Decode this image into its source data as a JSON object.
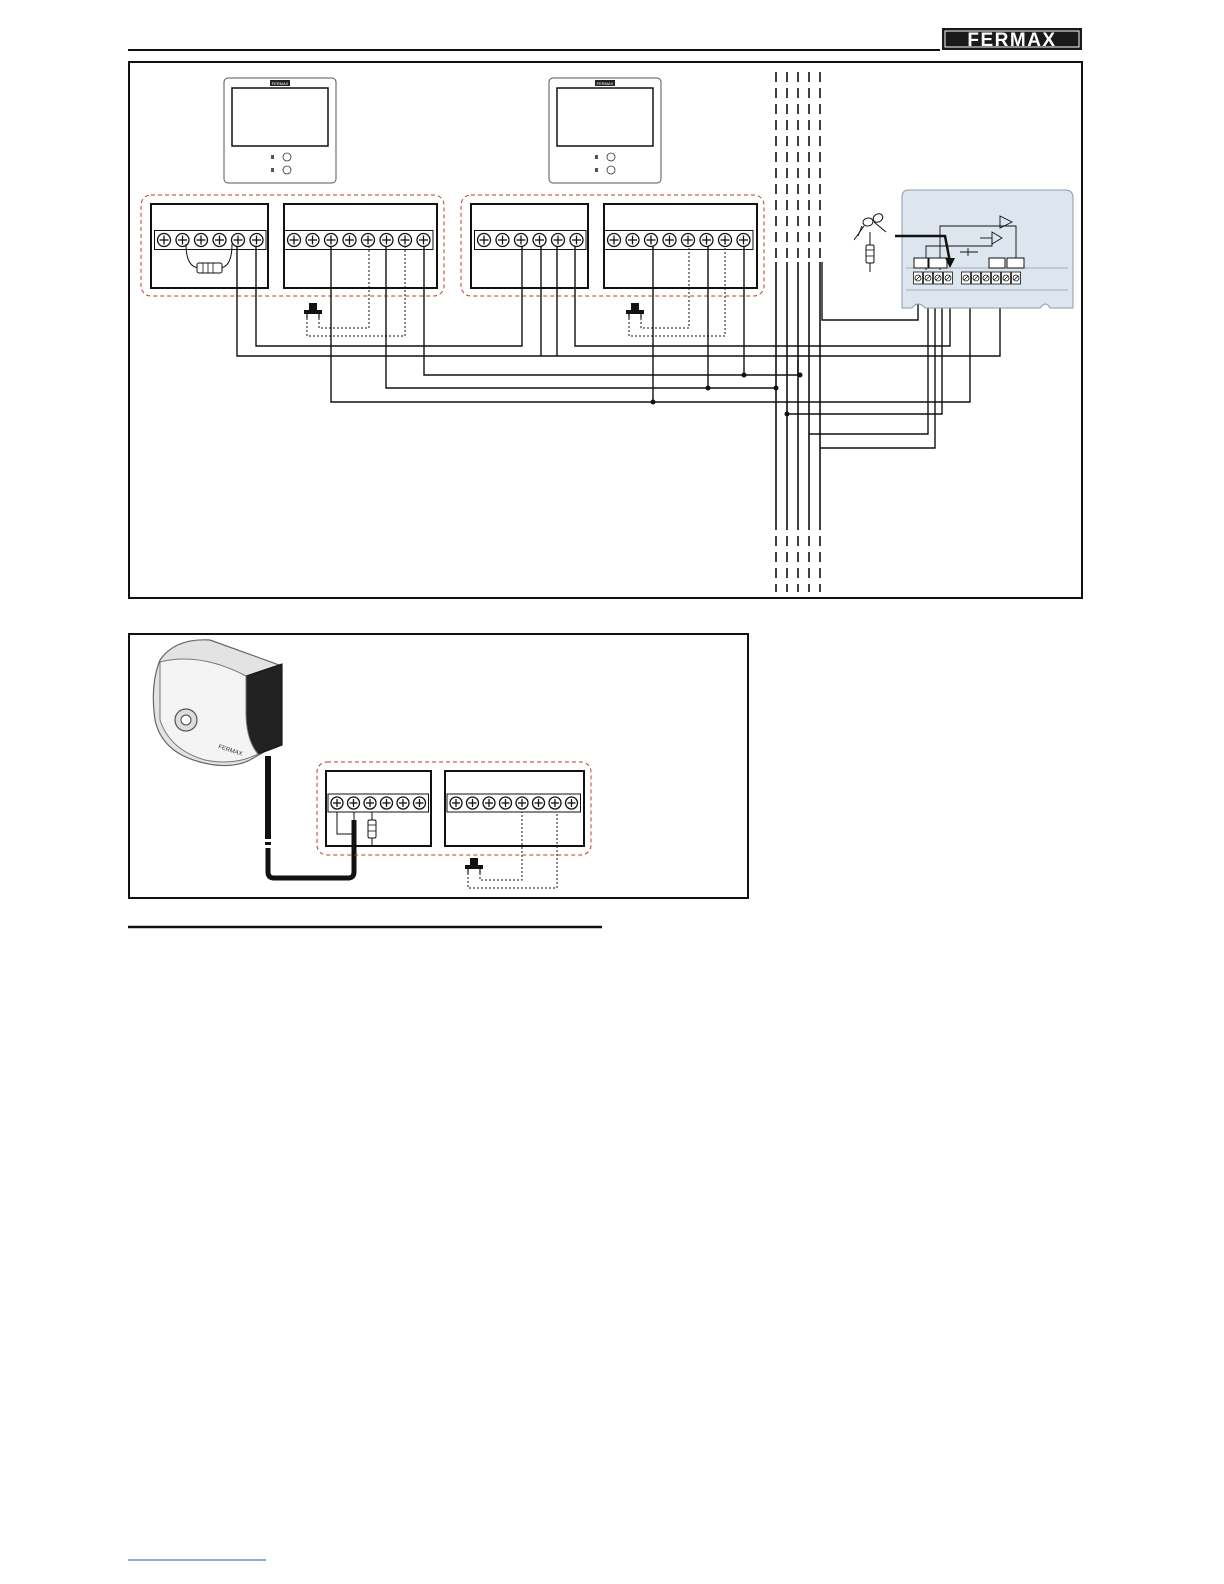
{
  "header": {
    "brand": "FERMAX"
  },
  "monitors": [
    {
      "brand": "FERMAX"
    },
    {
      "brand": "FERMAX"
    }
  ],
  "camera": {
    "brand": "FERMAX"
  },
  "colors": {
    "ink": "#111111",
    "dashed_outline": "#c0392b",
    "door_panel_fill": "#dde6ef",
    "door_panel_stroke": "#8a99aa"
  }
}
